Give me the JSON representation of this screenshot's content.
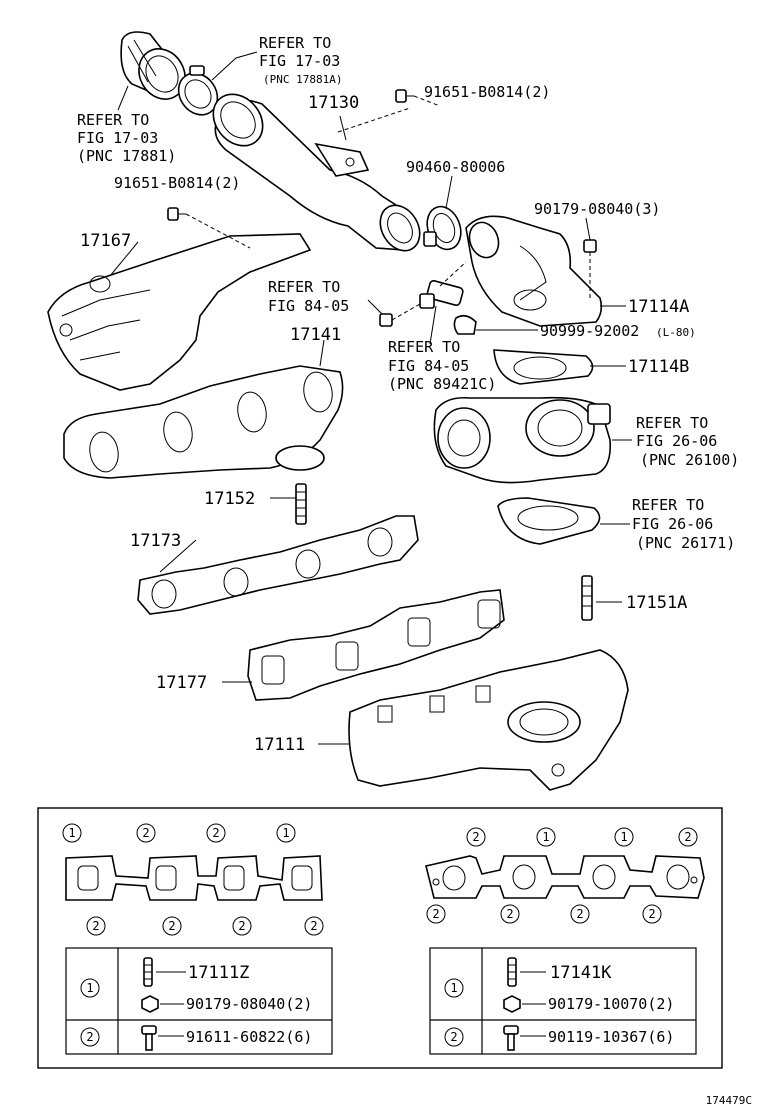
{
  "callouts": {
    "refer_1703a": [
      "REFER TO",
      "FIG 17-03",
      "(PNC 17881A)"
    ],
    "refer_1703": [
      "REFER TO",
      "FIG 17-03",
      "(PNC 17881)"
    ],
    "p17130": "17130",
    "p91651_top": "91651-B0814(2)",
    "p91651_left": "91651-B0814(2)",
    "p90460": "90460-80006",
    "p90179": "90179-08040(3)",
    "p17167": "17167",
    "refer_8405a": [
      "REFER TO",
      "FIG 84-05"
    ],
    "p17114a": "17114A",
    "p90999": "90999-92002",
    "p90999_note": "(L-80)",
    "p17141": "17141",
    "refer_8405b": [
      "REFER TO",
      "FIG 84-05",
      "(PNC 89421C)"
    ],
    "p17114b": "17114B",
    "refer_2606a": [
      "REFER TO",
      "FIG 26-06",
      "(PNC 26100)"
    ],
    "p17152": "17152",
    "refer_2606b": [
      "REFER TO",
      "FIG 26-06",
      "(PNC 26171)"
    ],
    "p17173": "17173",
    "p17151a": "17151A",
    "p17177": "17177",
    "p17111": "17111"
  },
  "legend_left": {
    "top_marks": [
      "1",
      "2",
      "2",
      "1"
    ],
    "bottom_marks": [
      "2",
      "2",
      "2",
      "2"
    ],
    "rows": [
      {
        "mark": "1",
        "items": [
          "17111Z",
          "90179-08040(2)"
        ]
      },
      {
        "mark": "2",
        "items": [
          "91611-60822(6)"
        ]
      }
    ]
  },
  "legend_right": {
    "top_marks": [
      "2",
      "1",
      "1",
      "2"
    ],
    "bottom_marks": [
      "2",
      "2",
      "2",
      "2"
    ],
    "rows": [
      {
        "mark": "1",
        "items": [
          "17141K",
          "90179-10070(2)"
        ]
      },
      {
        "mark": "2",
        "items": [
          "90119-10367(6)"
        ]
      }
    ]
  },
  "diagram_id": "174479C"
}
